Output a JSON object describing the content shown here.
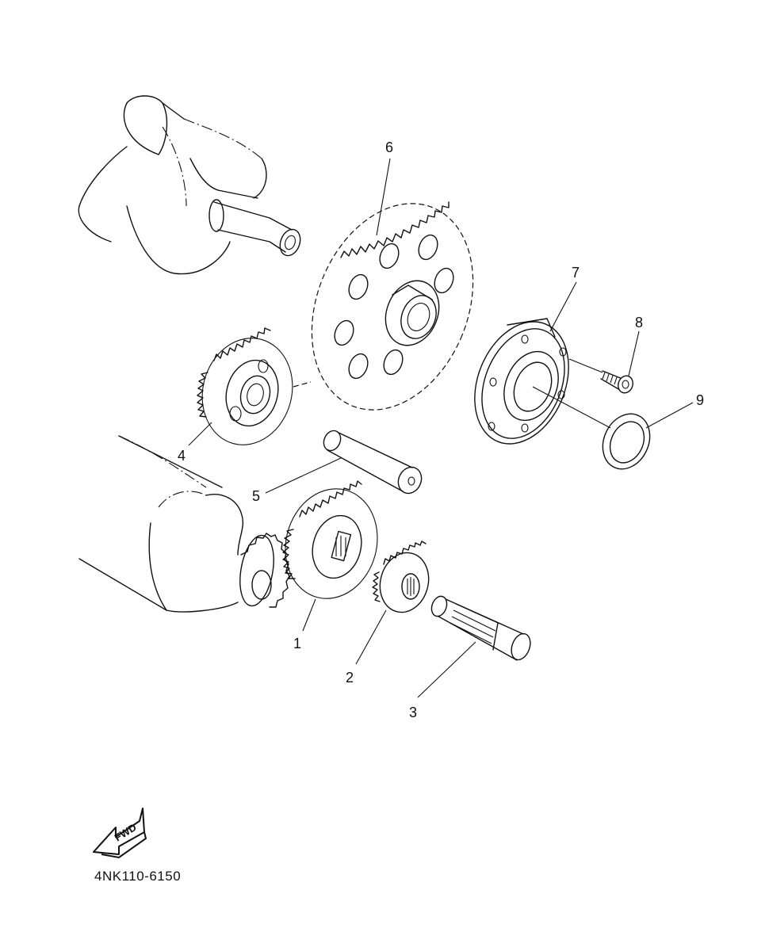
{
  "callouts": [
    {
      "id": "1",
      "label": "1"
    },
    {
      "id": "2",
      "label": "2"
    },
    {
      "id": "3",
      "label": "3"
    },
    {
      "id": "4",
      "label": "4"
    },
    {
      "id": "5",
      "label": "5"
    },
    {
      "id": "6",
      "label": "6"
    },
    {
      "id": "7",
      "label": "7"
    },
    {
      "id": "8",
      "label": "8"
    },
    {
      "id": "9",
      "label": "9"
    }
  ],
  "fwd_label": "FWD",
  "part_code": "4NK110-6150"
}
